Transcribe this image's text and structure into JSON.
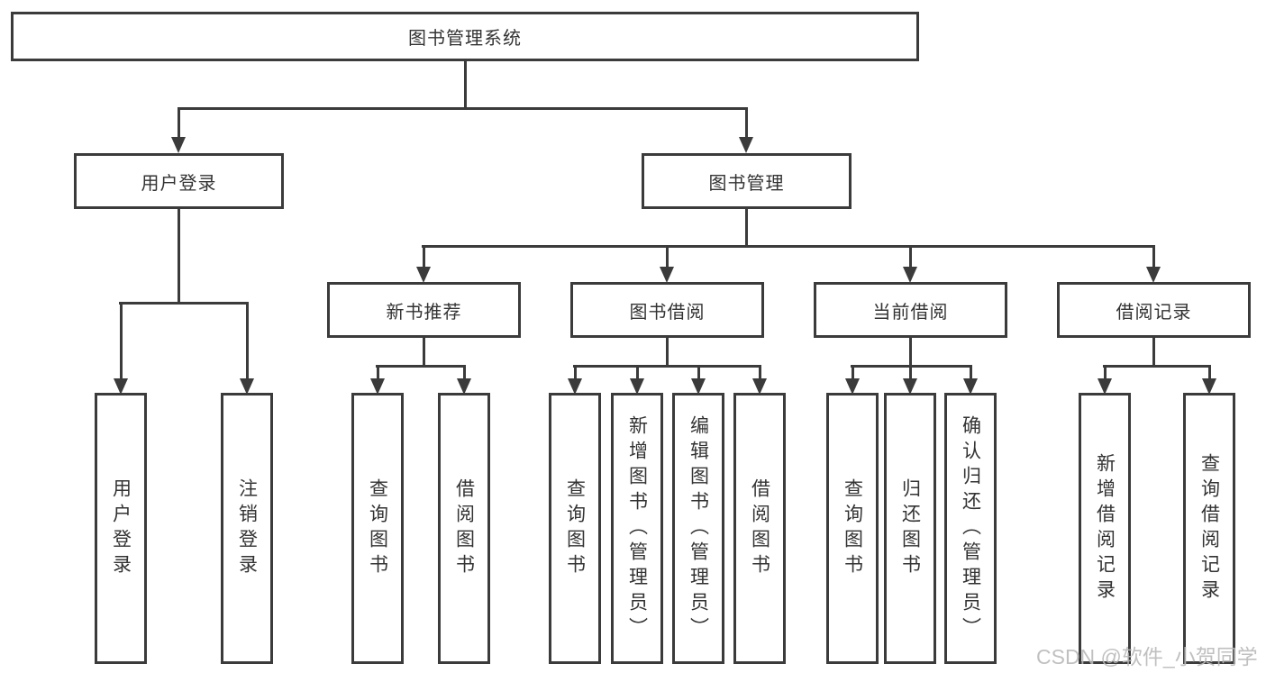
{
  "diagram": {
    "root": "图书管理系统",
    "level2": [
      "用户登录",
      "图书管理"
    ],
    "level3": [
      "新书推荐",
      "图书借阅",
      "当前借阅",
      "借阅记录"
    ],
    "leaves": {
      "login": [
        "用户登录",
        "注销登录"
      ],
      "recommend": [
        "查询图书",
        "借阅图书"
      ],
      "borrow": [
        "查询图书",
        "新增图书（管理员）",
        "编辑图书（管理员）",
        "借阅图书"
      ],
      "current": [
        "查询图书",
        "归还图书",
        "确认归还（管理员）"
      ],
      "records": [
        "新增借阅记录",
        "查询借阅记录"
      ]
    },
    "watermark": "CSDN @软件_小贺同学",
    "colors": {
      "line": "#3b3b3b",
      "text": "#333333",
      "watermark": "#b9b9b9"
    }
  }
}
